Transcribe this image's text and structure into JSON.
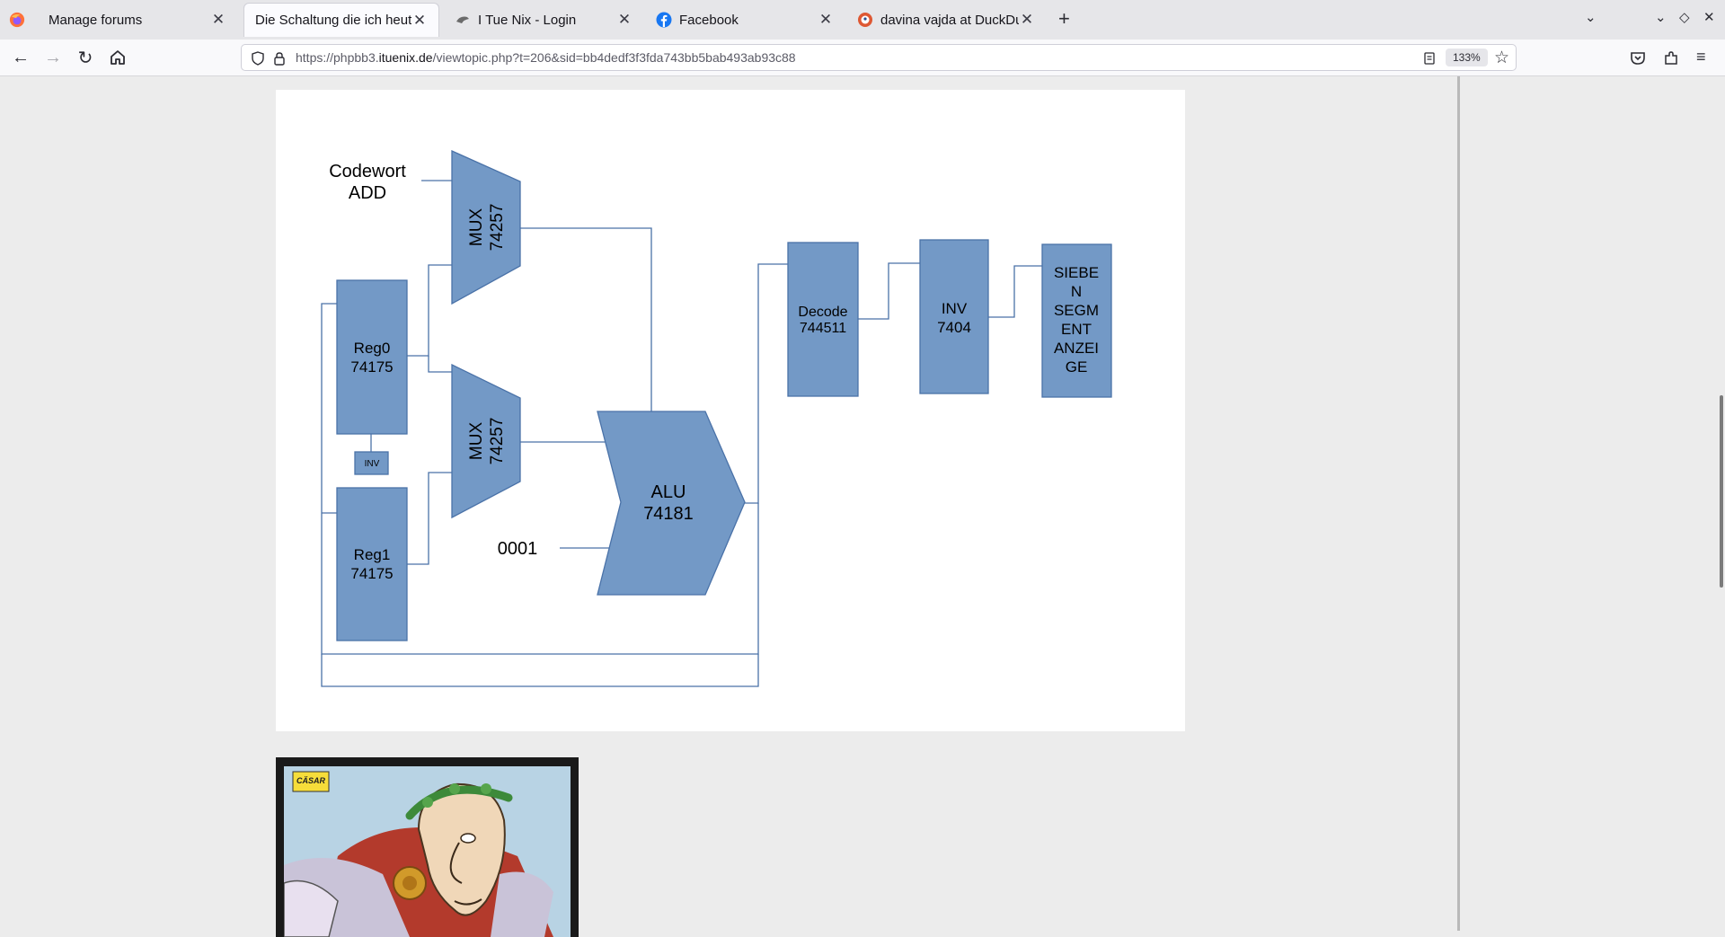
{
  "browser": {
    "tabs": [
      {
        "label": "Manage forums",
        "active": false,
        "icon": "none"
      },
      {
        "label": "Die Schaltung die ich heute ba",
        "active": true,
        "icon": "none"
      },
      {
        "label": "I Tue Nix - Login",
        "active": false,
        "icon": "bird-icon"
      },
      {
        "label": "Facebook",
        "active": false,
        "icon": "facebook-icon"
      },
      {
        "label": "davina vajda at DuckDuckG",
        "active": false,
        "icon": "duckduckgo-icon"
      }
    ],
    "url": {
      "prefix": "https://phpbb3.",
      "host": "ituenix.de",
      "path": "/viewtopic.php?t=206&sid=bb4dedf3f3fda743bb5bab493ab93c88"
    },
    "zoom": "133%"
  },
  "diagram": {
    "codewort_line1": "Codewort",
    "codewort_line2": "ADD",
    "mux_top_line1": "MUX",
    "mux_top_line2": "74257",
    "mux_bottom_line1": "MUX",
    "mux_bottom_line2": "74257",
    "reg0_line1": "Reg0",
    "reg0_line2": "74175",
    "inv_small": "INV",
    "reg1_line1": "Reg1",
    "reg1_line2": "74175",
    "const_0001": "0001",
    "alu_line1": "ALU",
    "alu_line2": "74181",
    "decode_line1": "Decode",
    "decode_line2": "744511",
    "inv_line1": "INV",
    "inv_line2": "7404",
    "display_lines": [
      "SIEBE",
      "N",
      "SEGM",
      "ENT",
      "ANZEI",
      "GE"
    ],
    "block_fill": "#7399c6",
    "block_stroke": "#4a72a8"
  },
  "comic": {
    "label": "CÄSAR"
  }
}
